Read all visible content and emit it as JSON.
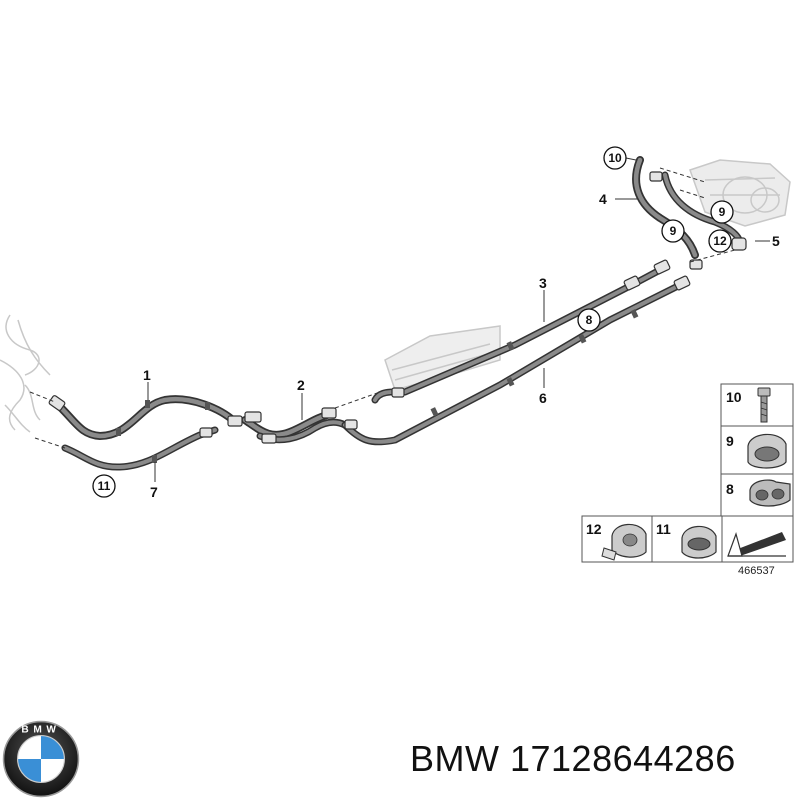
{
  "diagram": {
    "callouts": {
      "c1": "1",
      "c2": "2",
      "c3": "3",
      "c4": "4",
      "c5": "5",
      "c6": "6",
      "c7": "7"
    },
    "circled": {
      "c10": "10",
      "c9a": "9",
      "c9b": "9",
      "c12": "12",
      "c8": "8",
      "c11": "11"
    },
    "legend": {
      "r10": "10",
      "r9": "9",
      "r8": "8",
      "r12": "12",
      "r11": "11"
    },
    "reference_number": "466537"
  },
  "brand": {
    "logo_letters": "BMW",
    "caption": "BMW 17128644286"
  }
}
